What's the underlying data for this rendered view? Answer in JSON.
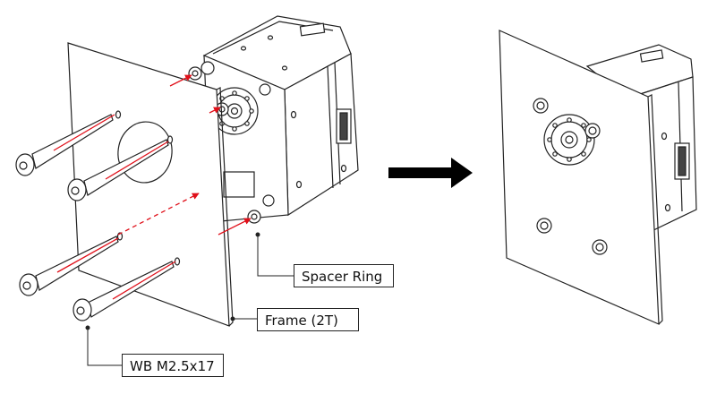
{
  "diagram": {
    "callouts": {
      "spacer_ring": "Spacer Ring",
      "frame": "Frame (2T)",
      "screw": "WB M2.5x17"
    },
    "colors": {
      "line": "#222222",
      "guide": "#e0101a",
      "arrow": "#000000",
      "background": "#ffffff"
    },
    "icons": [
      "screw-icon",
      "spacer-ring-icon",
      "frame-plate-icon",
      "servo-actuator-icon",
      "direction-arrow-icon"
    ]
  }
}
